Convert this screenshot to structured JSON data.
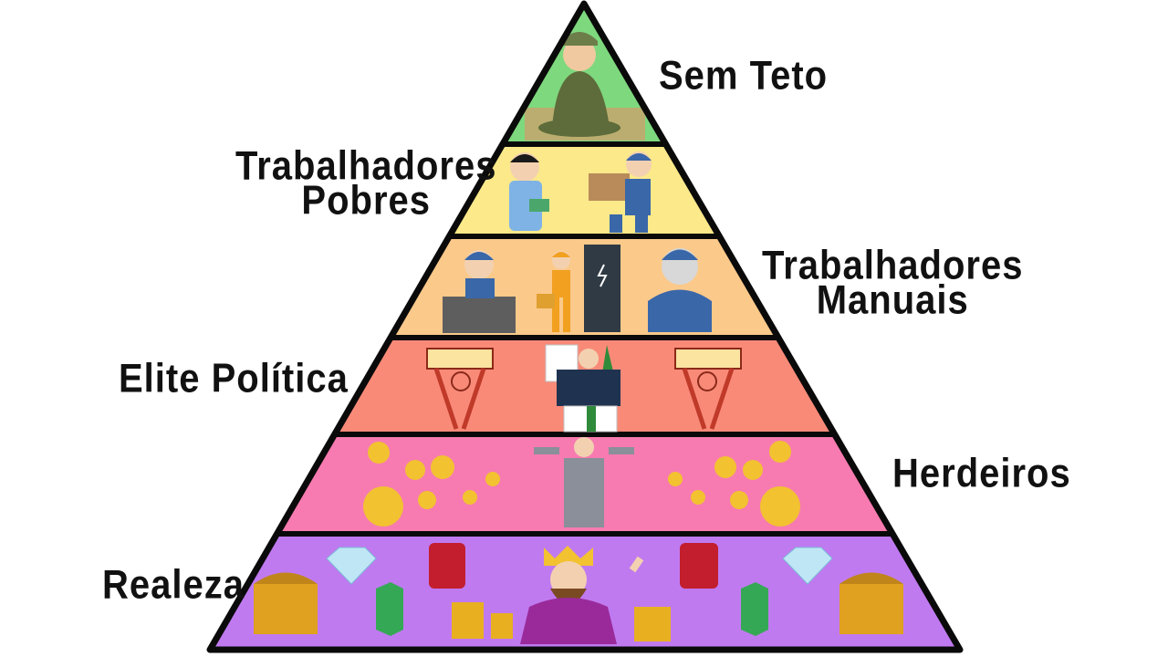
{
  "pyramid": {
    "tiers": [
      {
        "id": "sem-teto",
        "lines": [
          "Sem Teto"
        ],
        "color": "#7ed87e",
        "illustration": "homeless-person"
      },
      {
        "id": "trabalhadores-pobres",
        "lines": [
          "Trabalhadores",
          "Pobres"
        ],
        "color": "#fbe98a",
        "illustration": "poor-workers"
      },
      {
        "id": "trabalhadores-manuais",
        "lines": [
          "Trabalhadores",
          "Manuais"
        ],
        "color": "#fbc98a",
        "illustration": "manual-workers"
      },
      {
        "id": "elite-politica",
        "lines": [
          "Elite Política"
        ],
        "color": "#fa8a78",
        "illustration": "politician-at-podium"
      },
      {
        "id": "herdeiros",
        "lines": [
          "Herdeiros"
        ],
        "color": "#f77bb0",
        "illustration": "heir-with-gold-coins"
      },
      {
        "id": "realeza",
        "lines": [
          "Realeza"
        ],
        "color": "#c07af0",
        "illustration": "king-with-treasure"
      }
    ],
    "outline_color": "#0a0a0a"
  }
}
